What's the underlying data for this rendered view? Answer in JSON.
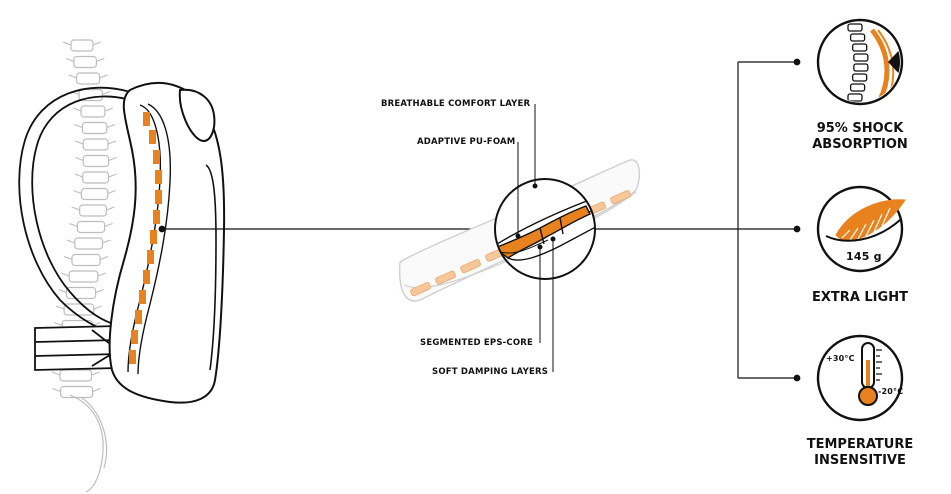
{
  "layer_labels": {
    "breathable": "BREATHABLE COMFORT LAYER",
    "pu_foam": "ADAPTIVE PU-FOAM",
    "eps_core": "SEGMENTED EPS-CORE",
    "damping": "SOFT DAMPING LAYERS"
  },
  "features": [
    {
      "line1": "95% SHOCK",
      "line2": "ABSORPTION",
      "icon": "spine-impact-icon"
    },
    {
      "line1": "EXTRA LIGHT",
      "line2": "",
      "icon": "feather-icon",
      "icon_text": "145 g"
    },
    {
      "line1": "TEMPERATURE",
      "line2": "INSENSITIVE",
      "icon": "thermometer-icon",
      "temp_high": "+30°C",
      "temp_low": "-20°C"
    }
  ],
  "colors": {
    "accent": "#e8821e",
    "line": "#111111",
    "ghost": "#cfcfcf",
    "ghost_orange": "#f6c79a"
  }
}
